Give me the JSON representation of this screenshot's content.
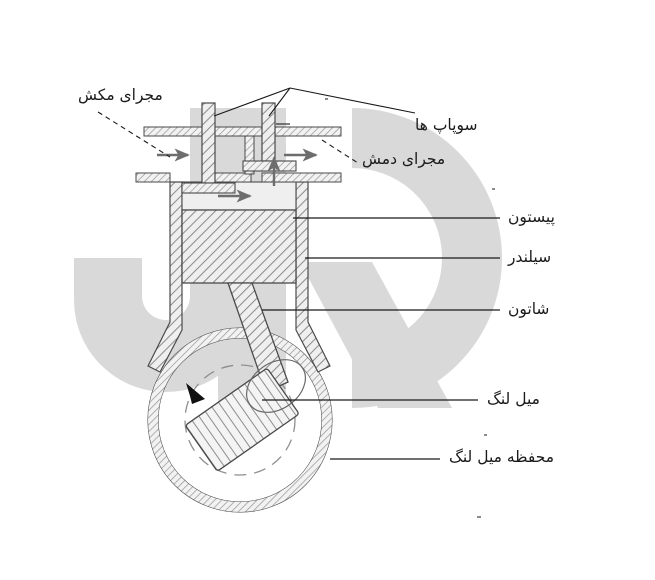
{
  "figure": {
    "type": "cross-section-diagram",
    "subject": "reciprocating piston compressor cross section",
    "language": "fa",
    "background_color": "#ffffff",
    "line_color": "#3b3b3b",
    "hatch_color": "#8c8c8c",
    "fill_color": "#efefef",
    "watermark_color": "#d9d9d9",
    "watermark_text": "JR"
  },
  "labels": {
    "suction_passage": "مجرای مکش",
    "valves": "سوپاپ ها",
    "discharge_passage": "مجرای دمش",
    "piston": "پیستون",
    "cylinder": "سیلندر",
    "connecting_rod": "شاتون",
    "crankshaft": "میل لنگ",
    "crankcase": "محفظه میل لنگ"
  },
  "parts": [
    {
      "id": "suction-passage",
      "label": "مجرای مکش",
      "leader": "dashed",
      "side": "left"
    },
    {
      "id": "valves",
      "label": "سوپاپ ها",
      "leader": "forked",
      "side": "right"
    },
    {
      "id": "discharge-passage",
      "label": "مجرای دمش",
      "leader": "dashed",
      "side": "right"
    },
    {
      "id": "piston",
      "label": "پیستون",
      "leader": "solid",
      "side": "right"
    },
    {
      "id": "cylinder",
      "label": "سیلندر",
      "leader": "solid",
      "side": "right"
    },
    {
      "id": "connecting-rod",
      "label": "شاتون",
      "leader": "solid",
      "side": "right"
    },
    {
      "id": "crankshaft",
      "label": "میل لنگ",
      "leader": "solid",
      "side": "right"
    },
    {
      "id": "crankcase",
      "label": "محفظه میل لنگ",
      "leader": "solid",
      "side": "right"
    }
  ],
  "flow_arrows": [
    {
      "id": "intake-flow",
      "direction": "right"
    },
    {
      "id": "discharge-flow",
      "direction": "right"
    },
    {
      "id": "cylinder-flow",
      "direction": "right"
    },
    {
      "id": "valve-port-flow",
      "direction": "up"
    },
    {
      "id": "crank-rotation",
      "direction": "counter-clockwise"
    }
  ]
}
